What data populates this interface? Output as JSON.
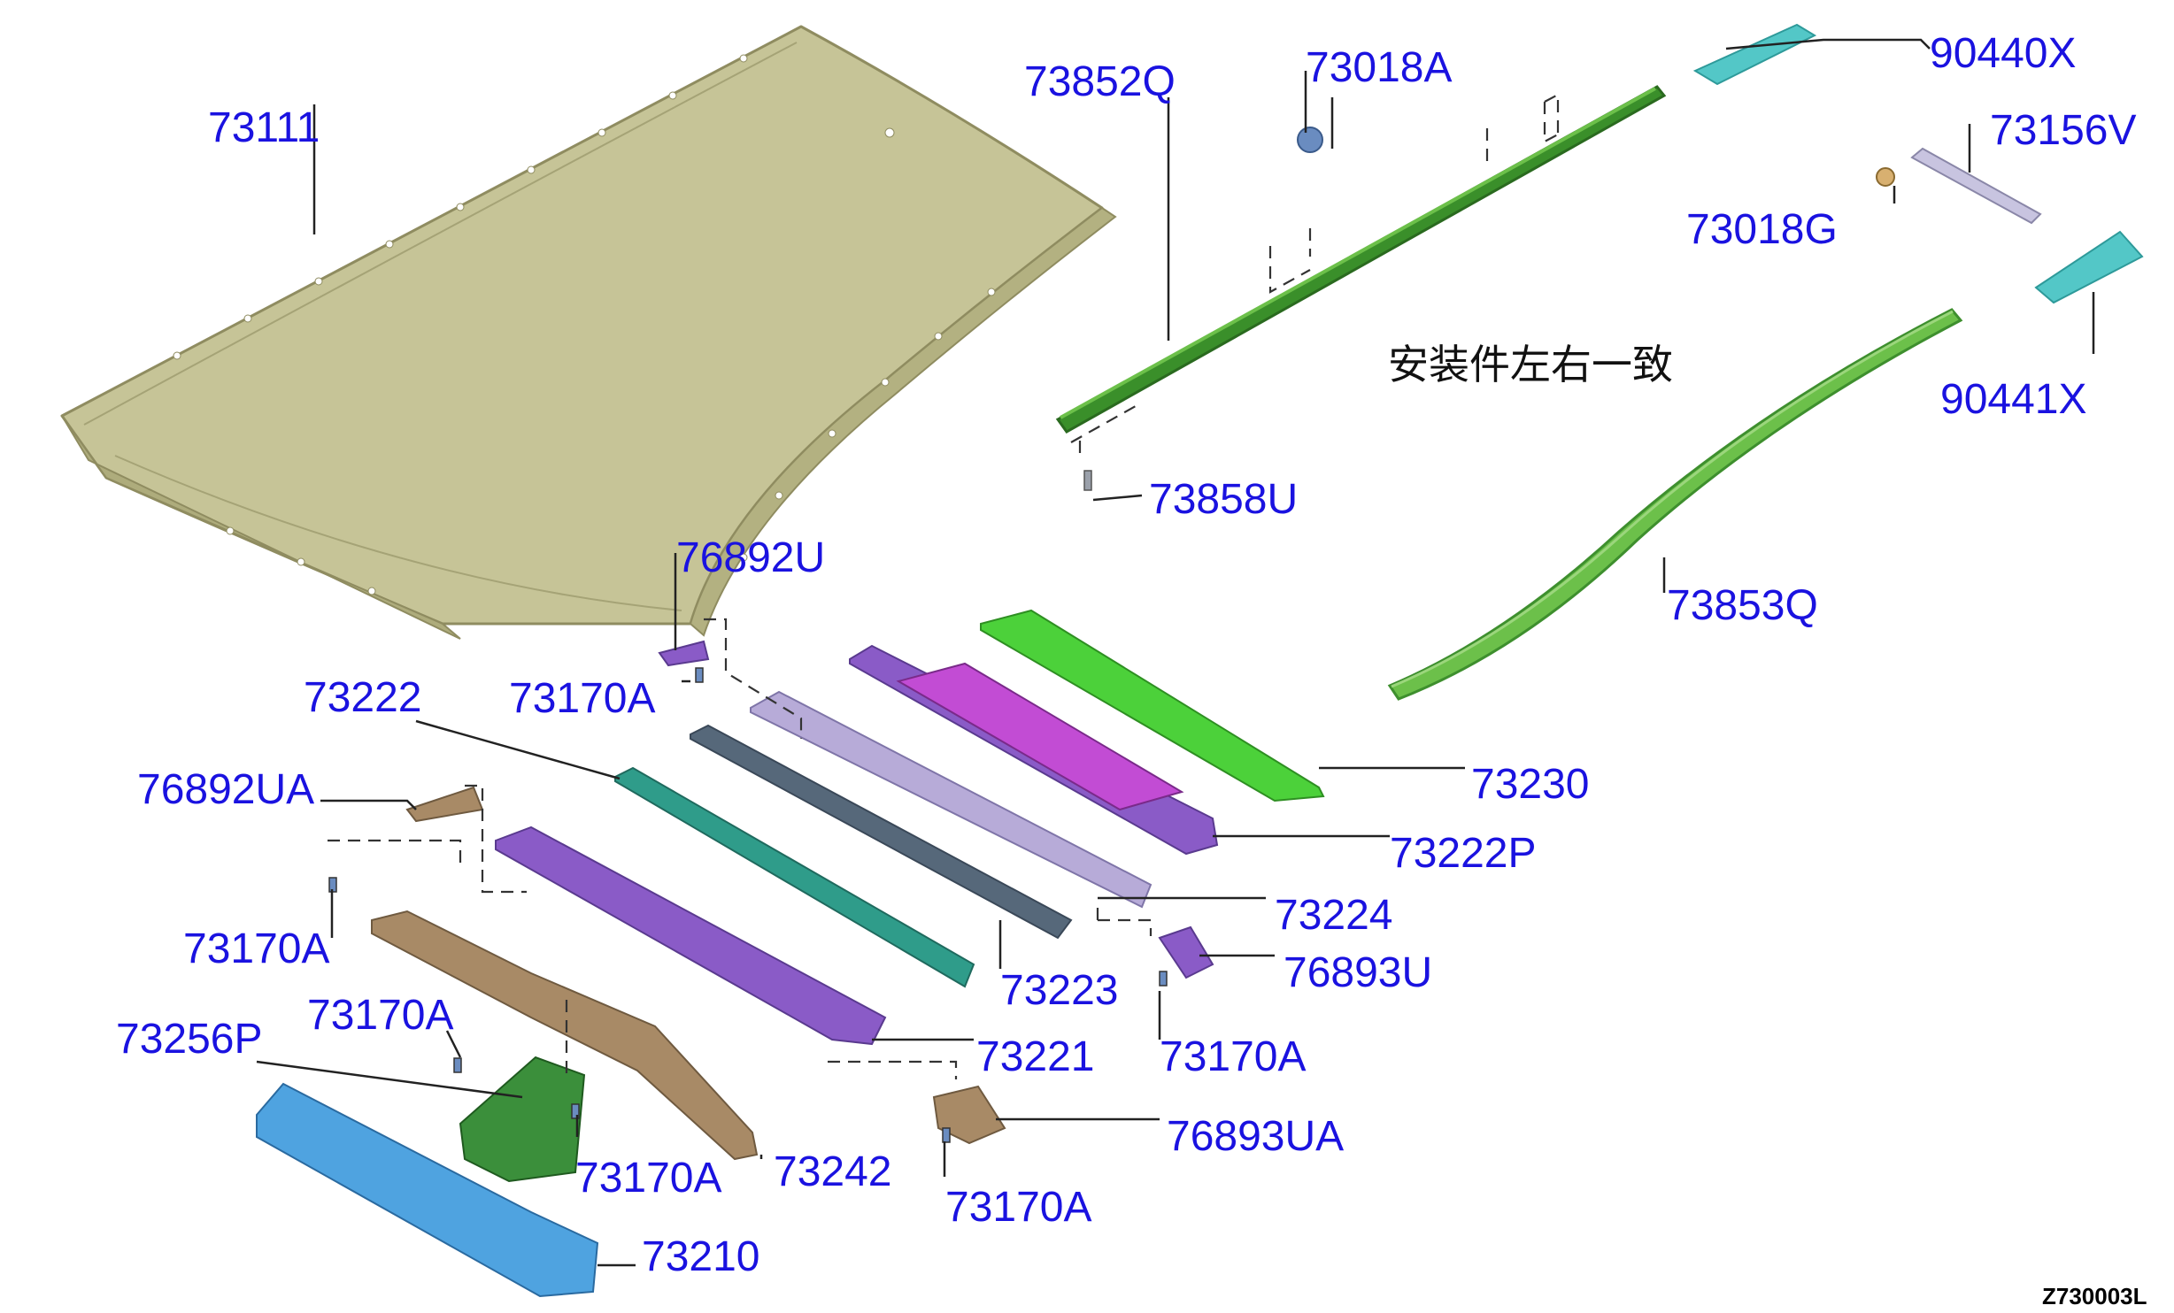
{
  "colors": {
    "label": "#1a12e0",
    "roof_panel": "#c6c497",
    "roof_edge": "#8f8c60",
    "rail_dark_green": "#3a8f2a",
    "rail_light_green": "#6cc04a",
    "cyan_cover": "#53c7c7",
    "bright_green": "#4cd13a",
    "magenta": "#c24cd4",
    "purple": "#8a5bc7",
    "lavender": "#b7abd8",
    "slate": "#56687a",
    "teal": "#2f9c8a",
    "tan": "#a88a66",
    "blue": "#4fa3e0",
    "dark_green_bracket": "#3b8f3b"
  },
  "note": "安装件左右一致",
  "diagram_code": "Z730003L",
  "parts": {
    "p73111": "73111",
    "p73852Q": "73852Q",
    "p73018A": "73018A",
    "p90440X": "90440X",
    "p73156V": "73156V",
    "p73018G": "73018G",
    "p90441X": "90441X",
    "p73858U": "73858U",
    "p73853Q": "73853Q",
    "p76892U": "76892U",
    "p73170A_1": "73170A",
    "p73222": "73222",
    "p76892UA": "76892UA",
    "p73230": "73230",
    "p73222P": "73222P",
    "p73224": "73224",
    "p73170A_2": "73170A",
    "p76893U": "76893U",
    "p73223": "73223",
    "p73170A_3": "73170A",
    "p73256P": "73256P",
    "p73221": "73221",
    "p73170A_4": "73170A",
    "p76893UA": "76893UA",
    "p73242": "73242",
    "p73170A_5": "73170A",
    "p73170A_6": "73170A",
    "p73210": "73210"
  }
}
